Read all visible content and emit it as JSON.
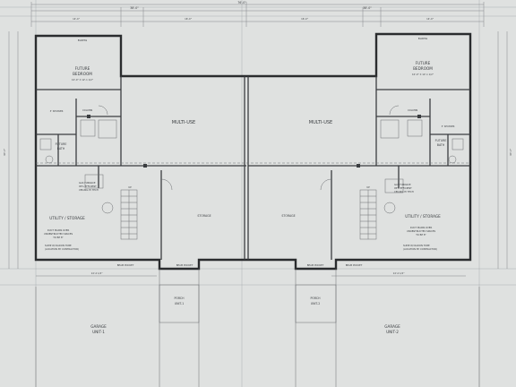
{
  "dims": {
    "overall": "76'-0\"",
    "left_half": "38'-0\"",
    "right_half": "38'-0\"",
    "left_top": "14'-0\"",
    "left_top_b": "16'-0\"",
    "right_top_a": "16'-0\"",
    "right_top_b": "14'-0\"",
    "bottom_left": "14'-2 1/2\"",
    "bottom_right": "14'-2 1/2\"",
    "side_left": "40'-0\"",
    "side_right": "40'-0\""
  },
  "rooms": {
    "left": {
      "bedroom": [
        "FUTURE",
        "BEDROOM"
      ],
      "bedroom_dim": "10'-0\" X 12'-1 1/2\"",
      "multi_use": "MULTI-USE",
      "bath": [
        "FUTURE",
        "BATH"
      ],
      "utility": "UTILITY / STORAGE",
      "storage": "STORAGE",
      "garage": [
        "GARAGE",
        "UNIT-1"
      ],
      "porch": [
        "PORCH",
        "UNIT-1"
      ]
    },
    "right": {
      "bedroom": [
        "FUTURE",
        "BEDROOM"
      ],
      "bedroom_dim": "10'-0\" X 12'-1 1/2\"",
      "multi_use": "MULTI-USE",
      "bath": [
        "FUTURE",
        "BATH"
      ],
      "utility": "UTILITY / STORAGE",
      "storage": "STORAGE",
      "garage": [
        "GARAGE",
        "UNIT-2"
      ],
      "porch": [
        "PORCH",
        "UNIT-2"
      ]
    }
  },
  "notes": {
    "furnace_left": [
      "GAS FURNACE",
      "95% EFFICIENT",
      "CEILING HI TECH"
    ],
    "furnace_right": [
      "GAS FURNACE",
      "95% EFFICIENT",
      "CEILING HI TECH"
    ],
    "sump_left": [
      "SUMP W/ RADON TUBE",
      "(LOCATION BY CONTRACTOR)"
    ],
    "sump_right": [
      "SUMP W/ RADON TUBE",
      "(LOCATION BY CONTRACTOR)"
    ],
    "duct_left": [
      "DUCT MAINS OVER",
      "UNOBSTRUCTED SPACES",
      "TO BE 8\""
    ],
    "duct_right": [
      "DUCT MAINS OVER",
      "UNOBSTRUCTED SPACES",
      "TO BE 8\""
    ],
    "egress": "EGRESS",
    "shower": "3' SHOWER",
    "beam_pocket": "BEAM POCKET",
    "column": "COLUMN",
    "up": "UP"
  }
}
